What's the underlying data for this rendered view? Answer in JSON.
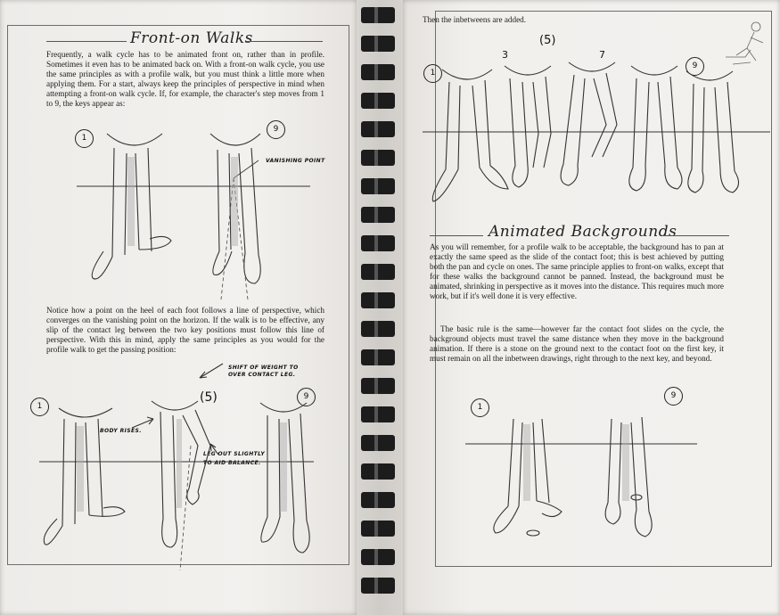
{
  "left_page": {
    "heading": "Front-on Walks",
    "intro": "Frequently, a walk cycle has to be animated front on, rather than in profile. Sometimes it even has to be animated back on. With a front-on walk cycle, you use the same principles as with a profile walk, but you must think a little more when applying them. For a start, always keep the principles of perspective in mind when attempting a front-on walk cycle. If, for example, the character's step moves from 1 to 9, the keys appear as:",
    "figure1": {
      "key_first": "1",
      "key_last": "9",
      "label_vanishing": "VANISHING POINT"
    },
    "middle": "Notice how a point on the heel of each foot follows a line of perspective, which converges on the vanishing point on the horizon. If the walk is to be effective, any slip of the contact leg between the two key positions must follow this line of perspective. With this in mind, apply the same principles as you would for the profile walk to get the passing position:",
    "figure2": {
      "key_first": "1",
      "key_mid": "(5)",
      "key_last": "9",
      "label_shift": "SHIFT OF WEIGHT TO OVER CONTACT LEG.",
      "label_body": "BODY RISES.",
      "label_leg": "LEG OUT SLIGHTLY TO AID BALANCE."
    }
  },
  "right_page": {
    "intro": "Then the inbetweens are added.",
    "figure3": {
      "key_first": "1",
      "num3": "3",
      "num5": "(5)",
      "num7": "7",
      "key_last": "9"
    },
    "heading": "Animated Backgrounds",
    "para1": "As you will remember, for a profile walk to be acceptable, the background has to pan at exactly the same speed as the slide of the contact foot; this is best achieved by putting both the pan and cycle on ones. The same principle applies to front-on walks, except that for these walks the background cannot be panned. Instead, the background must be animated, shrinking in perspective as it moves into the distance. This requires much more work, but if it's well done it is very effective.",
    "para2": "The basic rule is the same—however far the contact foot slides on the cycle, the background objects must travel the same distance when they move in the background animation. If there is a stone on the ground next to the contact foot on the first key, it must remain on all the inbetween drawings, right through to the next key, and beyond.",
    "figure4": {
      "key_first": "1",
      "key_last": "9"
    }
  },
  "colors": {
    "paper": "#f1efec",
    "ink": "#1b1b1b",
    "binding": "#1c1c1c"
  }
}
